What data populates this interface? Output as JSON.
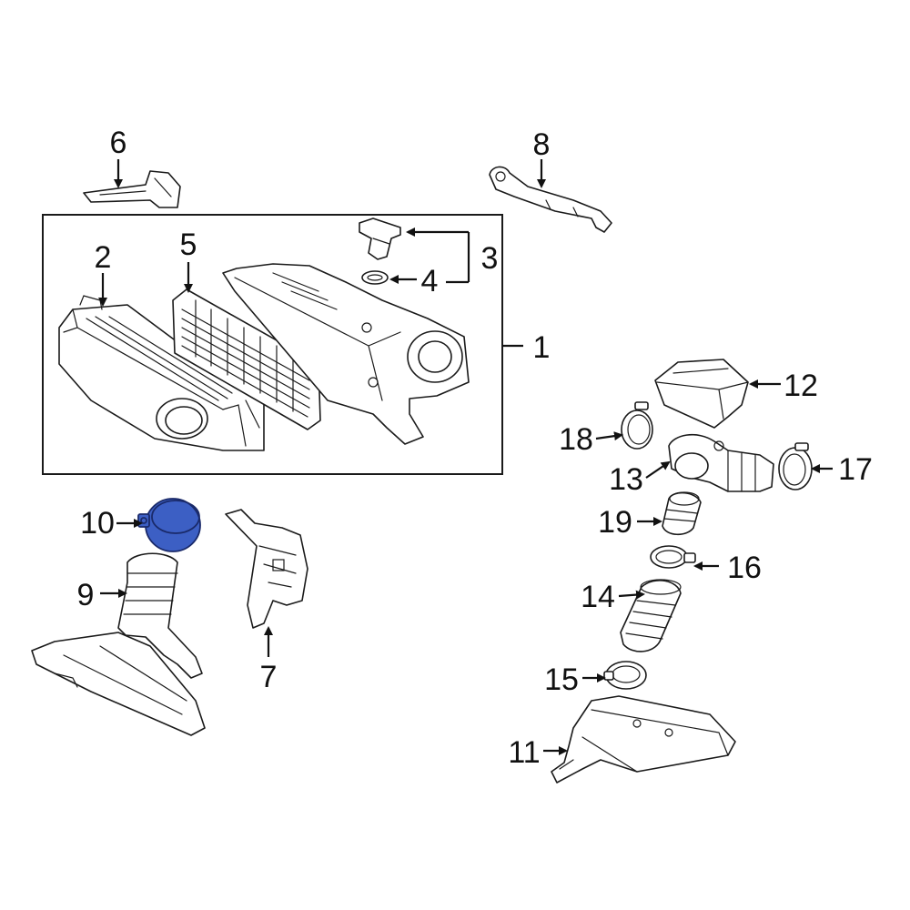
{
  "callouts": {
    "c1": "1",
    "c2": "2",
    "c3": "3",
    "c4": "4",
    "c5": "5",
    "c6": "6",
    "c7": "7",
    "c8": "8",
    "c9": "9",
    "c10": "10",
    "c11": "11",
    "c12": "12",
    "c13": "13",
    "c14": "14",
    "c15": "15",
    "c16": "16",
    "c17": "17",
    "c18": "18",
    "c19": "19"
  },
  "colors": {
    "highlight": "#3c5fc4",
    "line": "#1a1a1a",
    "background": "#ffffff"
  },
  "highlighted_part": "10"
}
